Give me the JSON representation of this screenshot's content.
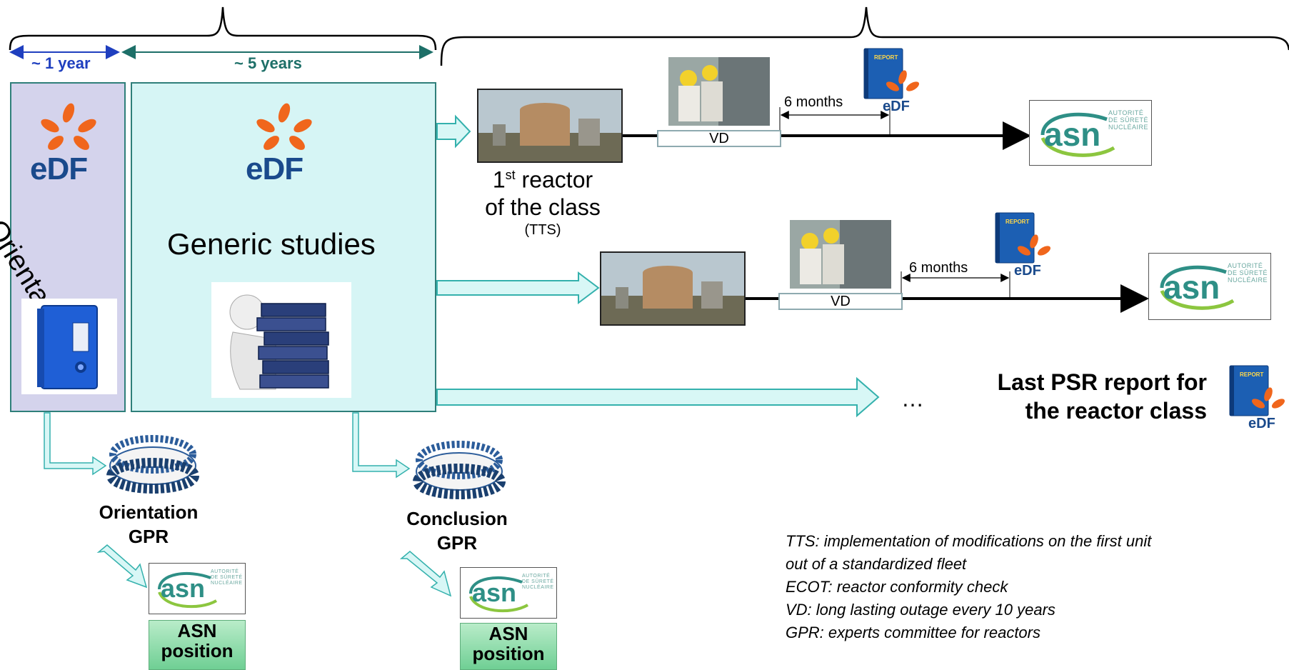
{
  "timeline": {
    "year1_label": "~ 1 year",
    "year5_label": "~ 5 years"
  },
  "orientation_panel": {
    "logo_text": "eDF",
    "title": "Orientation"
  },
  "generic_panel": {
    "logo_text": "eDF",
    "title": "Generic studies"
  },
  "first_reactor": {
    "label_prefix": "1",
    "label_sup": "st",
    "label_rest": " reactor",
    "label_line2": "of the class",
    "label_line3": "(TTS)",
    "vd_label": "VD",
    "months_label": "6 months"
  },
  "second_reactor": {
    "vd_label": "VD",
    "months_label": "6 months"
  },
  "continuation": {
    "ellipsis": "…",
    "last_report_line1": "Last PSR report for",
    "last_report_line2": "the reactor class"
  },
  "report_icon": {
    "label": "REPORT",
    "logo": "eDF"
  },
  "asn_logo": {
    "word": "asn",
    "sub1": "AUTORITÉ",
    "sub2": "DE SÛRETÉ",
    "sub3": "NUCLÉAIRE"
  },
  "orientation_gpr": {
    "line1": "Orientation",
    "line2": "GPR",
    "asn_position": [
      "ASN",
      "position"
    ]
  },
  "conclusion_gpr": {
    "line1": "Conclusion",
    "line2": "GPR",
    "asn_position": [
      "ASN",
      "position"
    ]
  },
  "legend": [
    "TTS: implementation of modifications on the first unit",
    "out of a standardized fleet",
    "ECOT: reactor conformity check",
    "VD: long lasting outage every 10 years",
    "GPR: experts committee for reactors"
  ],
  "colors": {
    "orientation_fill": "#d4d3ec",
    "generic_fill": "#d6f5f5",
    "panel_border": "#2f7f7a",
    "arrow_fill": "#d8f7f6",
    "arrow_stroke": "#34b1ad",
    "year1_arrow": "#1f3fbf",
    "year5_arrow": "#1d6f68",
    "edf_orange": "#f0661c",
    "edf_blue": "#1a4a8c"
  }
}
